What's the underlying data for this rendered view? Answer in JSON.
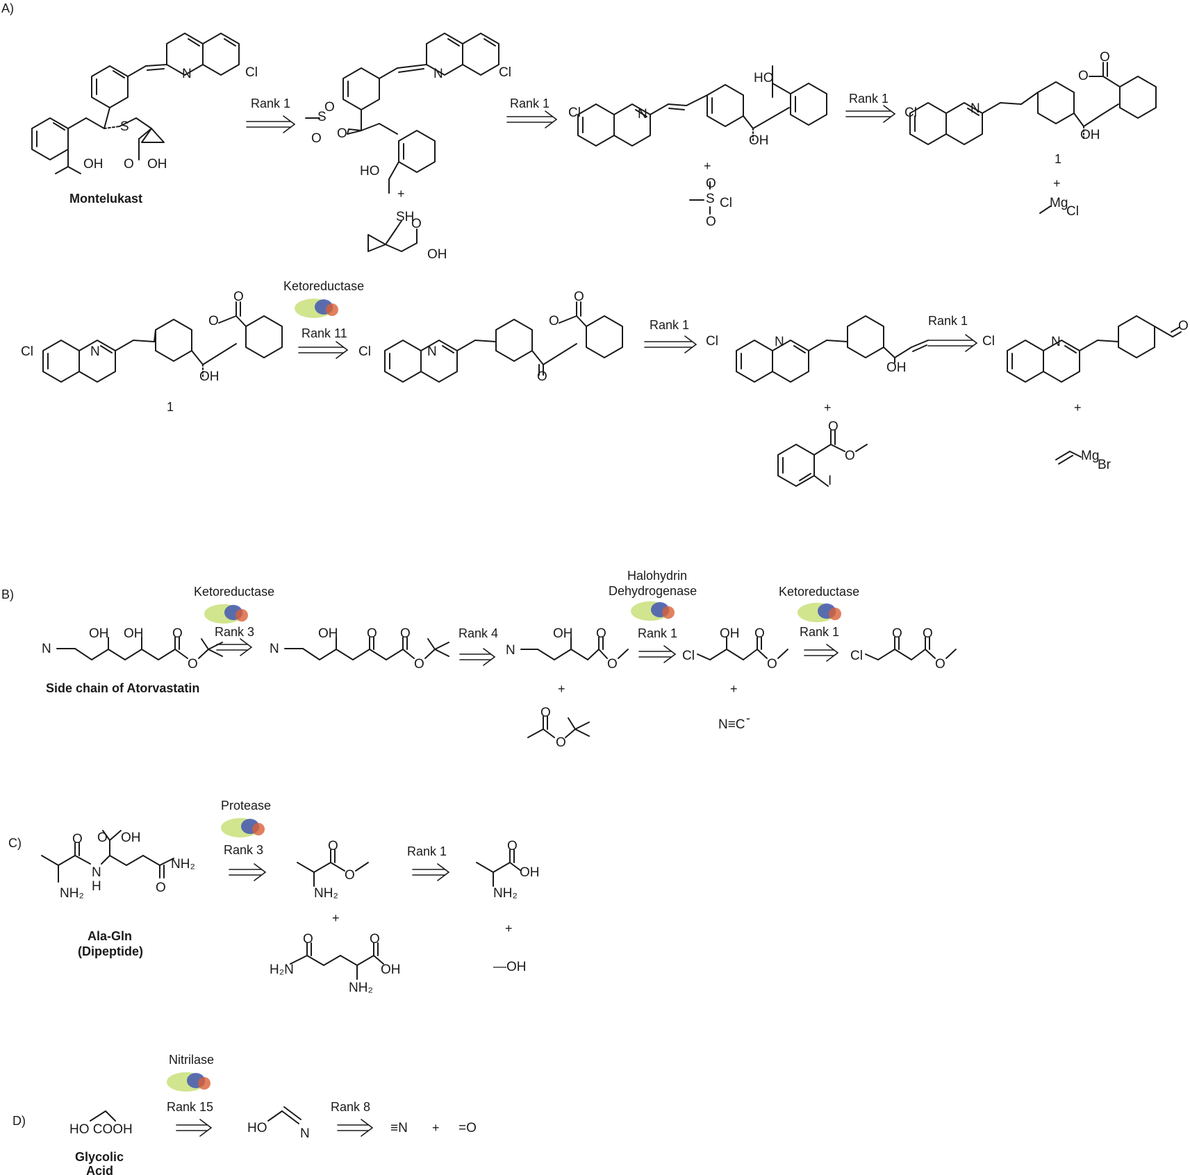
{
  "panels": {
    "A": {
      "label": "A)",
      "row1_arrows": [
        "Rank 1",
        "Rank 1",
        "Rank 1"
      ],
      "montelukast_name": "Montelukast",
      "row2_enzyme": "Ketoreductase",
      "row2_arrows": [
        "Rank 11",
        "Rank 1",
        "Rank 1"
      ],
      "compound_number": "1",
      "plus": "+"
    },
    "B": {
      "label": "B)",
      "name": "Side chain of Atorvastatin",
      "enzyme1": "Ketoreductase",
      "enzyme2_line1": "Halohydrin",
      "enzyme2_line2": "Dehydrogenase",
      "enzyme3": "Ketoreductase",
      "arrows": [
        "Rank 3",
        "Rank 4",
        "Rank 1",
        "Rank 1"
      ],
      "cyanide": "N≡C",
      "cyanide_charge": "-",
      "plus": "+"
    },
    "C": {
      "label": "C)",
      "enzyme": "Protease",
      "arrows": [
        "Rank 3",
        "Rank 1"
      ],
      "name_line1": "Ala-Gln",
      "name_line2": "(Dipeptide)",
      "methanol": "—OH",
      "plus": "+"
    },
    "D": {
      "label": "D)",
      "enzyme": "Nitrilase",
      "arrows": [
        "Rank 15",
        "Rank 8"
      ],
      "glycolic_acid": "HO      COOH",
      "name_line1": "Glycolic",
      "name_line2": "Acid",
      "hcn": "≡N",
      "formaldehyde": "=O",
      "plus": "+"
    }
  },
  "atoms": {
    "Cl": "Cl",
    "N": "N",
    "S": "S",
    "O": "O",
    "OH": "OH",
    "HO": "HO",
    "SH": "SH",
    "I": "I",
    "Mg": "Mg",
    "Br": "Br",
    "NH2": "NH₂",
    "H2N": "H₂N",
    "H": "H",
    "COOH": "COOH"
  }
}
